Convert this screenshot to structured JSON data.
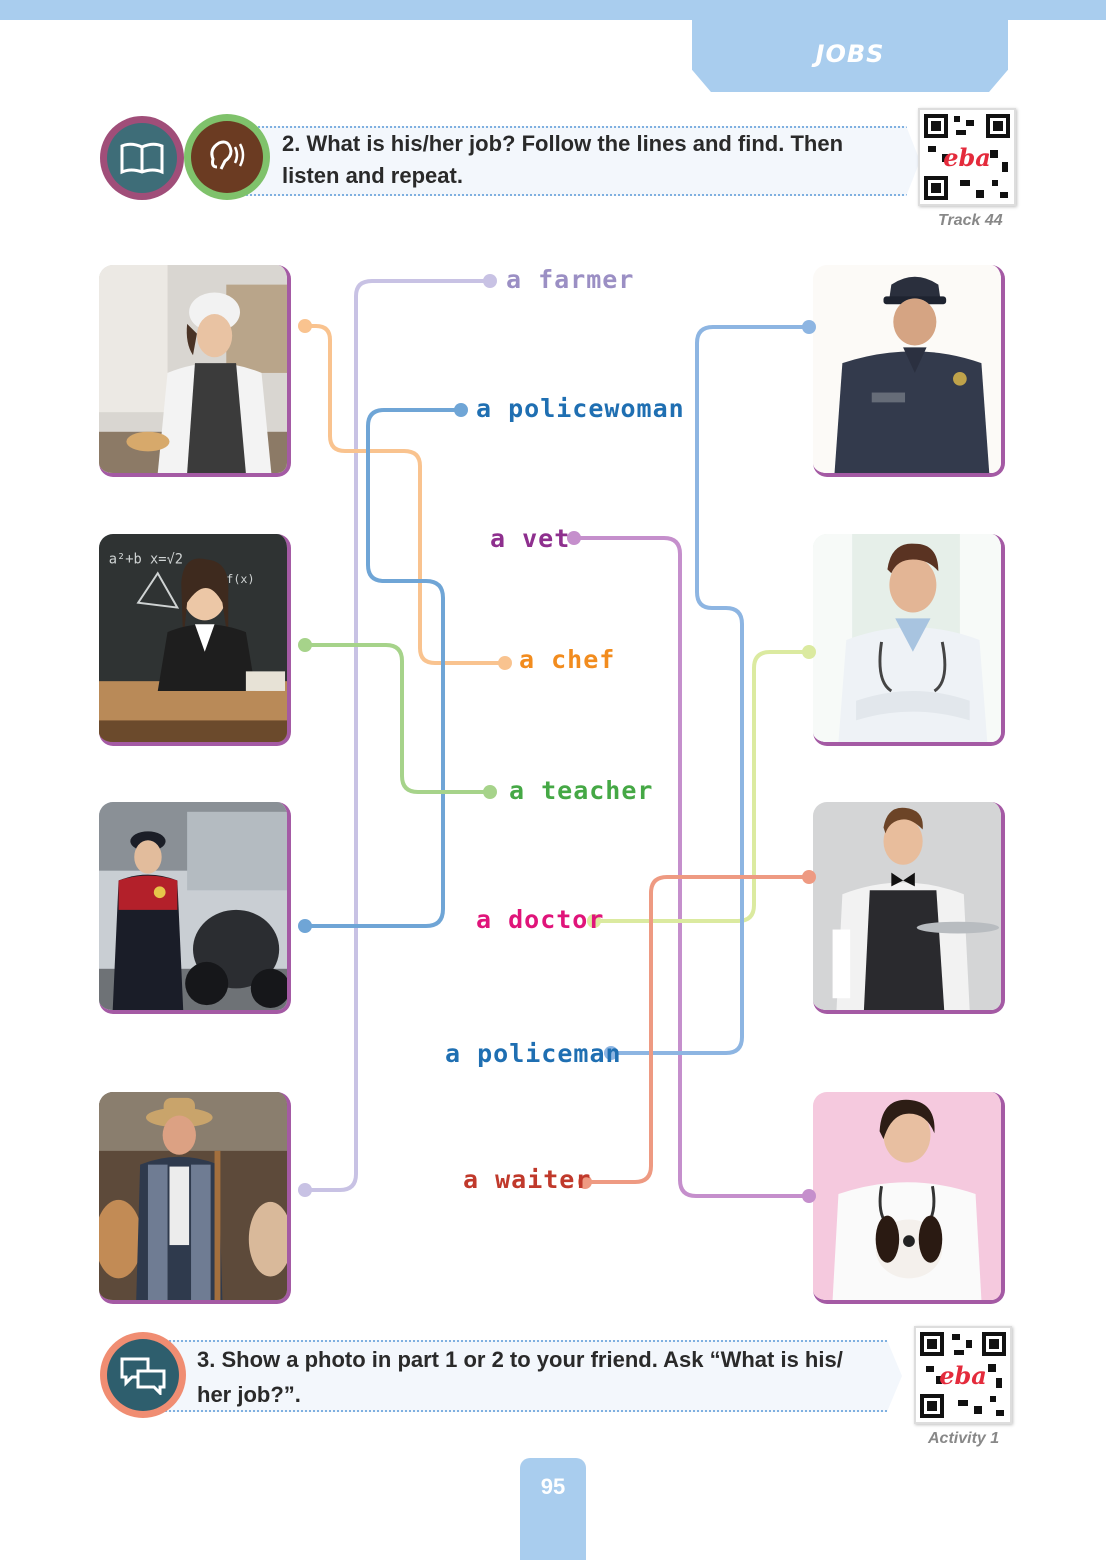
{
  "header": {
    "section_title": "JOBS"
  },
  "exercise2": {
    "text": "2. What is his/her job? Follow the lines and find. Then listen and repeat.",
    "line1": "2. What is his/her job? Follow the lines and find. Then",
    "line2": "listen and repeat.",
    "icons": [
      "book-icon",
      "ear-listen-icon"
    ],
    "qr_caption": "Track 44"
  },
  "labels": {
    "farmer": "a  farmer",
    "policewoman": "a  policewoman",
    "vet": "a  vet",
    "chef": "a  chef",
    "teacher": "a  teacher",
    "doctor": "a  doctor",
    "policeman": "a  policeman",
    "waiter": "a  waiter"
  },
  "colors": {
    "farmer": "#9b8fc4",
    "policewoman": "#1f6fb2",
    "vet": "#8e2f8e",
    "chef": "#f28c1e",
    "teacher": "#45a845",
    "doctor": "#e0147a",
    "policeman": "#1f6fb2",
    "waiter": "#c0392b"
  },
  "photos_left": [
    "chef-photo",
    "teacher-photo",
    "policewoman-photo",
    "farmer-photo"
  ],
  "photos_right": [
    "policeman-photo",
    "doctor-photo",
    "waiter-photo",
    "vet-photo"
  ],
  "exercise3": {
    "line1": "3. Show a photo in part 1 or 2 to your friend. Ask “What is his/",
    "line2": "her job?”.",
    "icon": "speech-bubbles-icon",
    "qr_caption": "Activity 1"
  },
  "footer": {
    "page_number": "95"
  }
}
